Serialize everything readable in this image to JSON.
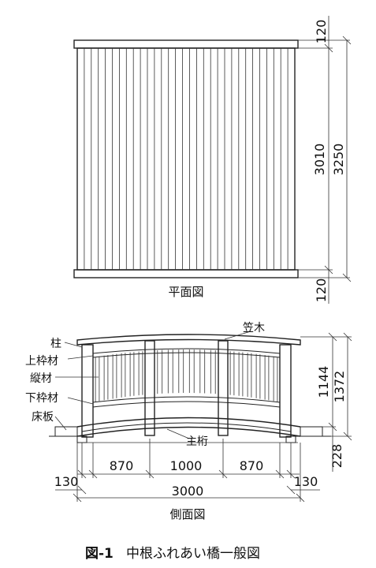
{
  "plan_view": {
    "title": "平面図",
    "dim_top": "120",
    "dim_inner": "3010",
    "dim_total": "3250",
    "dim_bottom": "120"
  },
  "side_view": {
    "title": "側面図",
    "labels": {
      "post": "柱",
      "top_rail": "上枠材",
      "baluster": "縦材",
      "bottom_rail": "下枠材",
      "deck": "床板",
      "cap_rail": "笠木",
      "girder": "主桁"
    },
    "dims": {
      "rail_height": "1144",
      "total_height": "1372",
      "base_height": "228",
      "span_left": "870",
      "span_mid": "1000",
      "span_right": "870",
      "overhang_left": "130",
      "overhang_right": "130",
      "total_length": "3000"
    }
  },
  "caption": {
    "label": "図-1",
    "text": "中根ふれあい橋一般図"
  }
}
